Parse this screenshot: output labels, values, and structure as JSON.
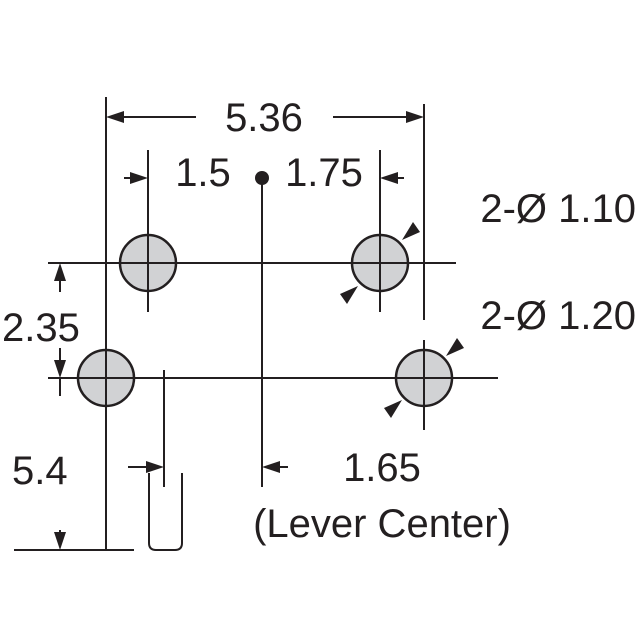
{
  "diagram": {
    "dims": {
      "overall_width": "5.36",
      "left_to_center": "1.5",
      "center_to_right": "1.75",
      "row_spacing": "2.35",
      "lever_offset": "5.4",
      "lever_center": "1.65",
      "lever_center_note": "(Lever Center)"
    },
    "holes": {
      "upper_label": "2-Ø 1.10",
      "lower_label": "2-Ø 1.20"
    },
    "colors": {
      "line": "#231f20",
      "hole_fill": "#d1d2d4",
      "background": "#ffffff"
    }
  }
}
